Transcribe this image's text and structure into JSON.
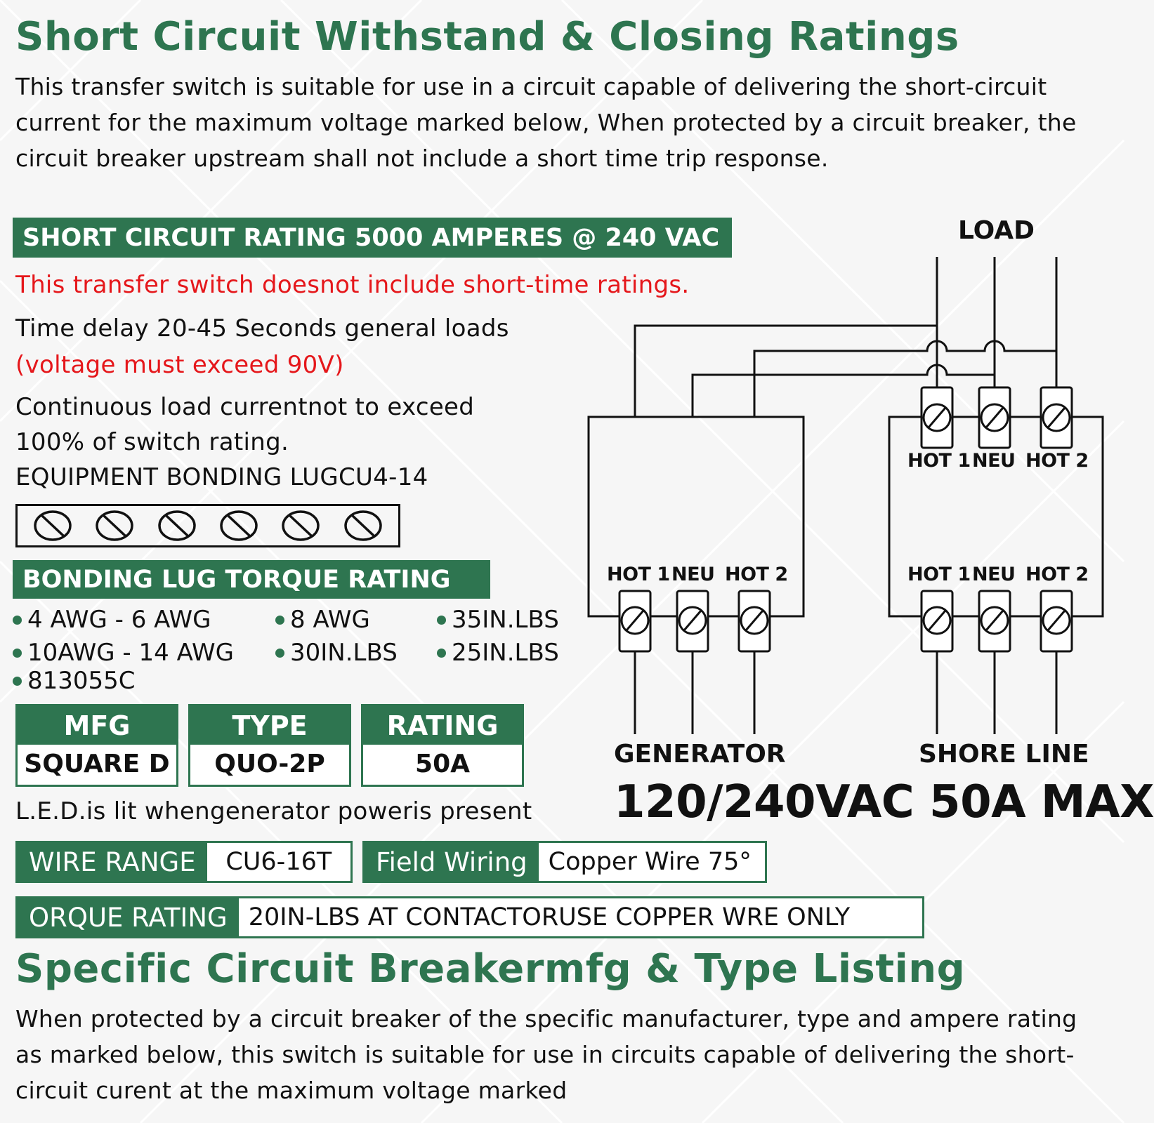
{
  "header": {
    "title": "Short Circuit Withstand & Closing Ratings",
    "intro": "This transfer switch is suitable for use in a circuit capable of delivering the short-circuit current for the maximum voltage marked below, When protected by a circuit breaker, the circuit breaker upstream shall not include a short time trip response."
  },
  "short_circuit_banner": "SHORT CIRCUIT RATING 5000 AMPERES @ 240 VAC",
  "warning": "This transfer switch doesnot include short-time ratings.",
  "time_delay": "Time delay 20-45 Seconds general loads",
  "voltage_note": "(voltage must exceed 90V)",
  "continuous_load": {
    "line1": "Continuous load currentnot to exceed",
    "line2": "100% of switch rating."
  },
  "bonding_lug": "EQUIPMENT BONDING LUGCU4-14",
  "torque_banner": "BONDING LUG TORQUE RATING",
  "torque_items": [
    "4 AWG - 6 AWG",
    "8 AWG",
    "35IN.LBS",
    "10AWG - 14 AWG",
    "30IN.LBS",
    "25IN.LBS",
    "813055C"
  ],
  "breaker_table": {
    "mfg_header": "MFG",
    "mfg_value": "SQUARE D",
    "type_header": "TYPE",
    "type_value": "QUO-2P",
    "rating_header": "RATING",
    "rating_value": "50A"
  },
  "led_note": "L.E.D.is lit whengenerator poweris present",
  "wire_range": {
    "label": "WIRE RANGE",
    "value": "CU6-16T"
  },
  "field_wiring": {
    "label": "Field Wiring",
    "value": "Copper Wire 75°"
  },
  "torque_rating": {
    "label": "ORQUE RATING",
    "value": "20IN-LBS AT CONTACTORUSE COPPER WRE ONLY"
  },
  "section2": {
    "title": "Specific Circuit Breakermfg & Type Listing",
    "text": "When protected by a circuit breaker of the specific manufacturer, type and ampere rating as marked below, this switch is suitable for use in circuits capable of delivering the short- circuit curent at the maximum voltage marked"
  },
  "diagram": {
    "load_label": "LOAD",
    "terminals": [
      "HOT 1",
      "NEU",
      "HOT 2"
    ],
    "generator_label": "GENERATOR",
    "shore_label": "SHORE LINE",
    "max_label": "120/240VAC 50A MAX"
  },
  "colors": {
    "green": "#2e7550",
    "red": "#e5171b"
  }
}
